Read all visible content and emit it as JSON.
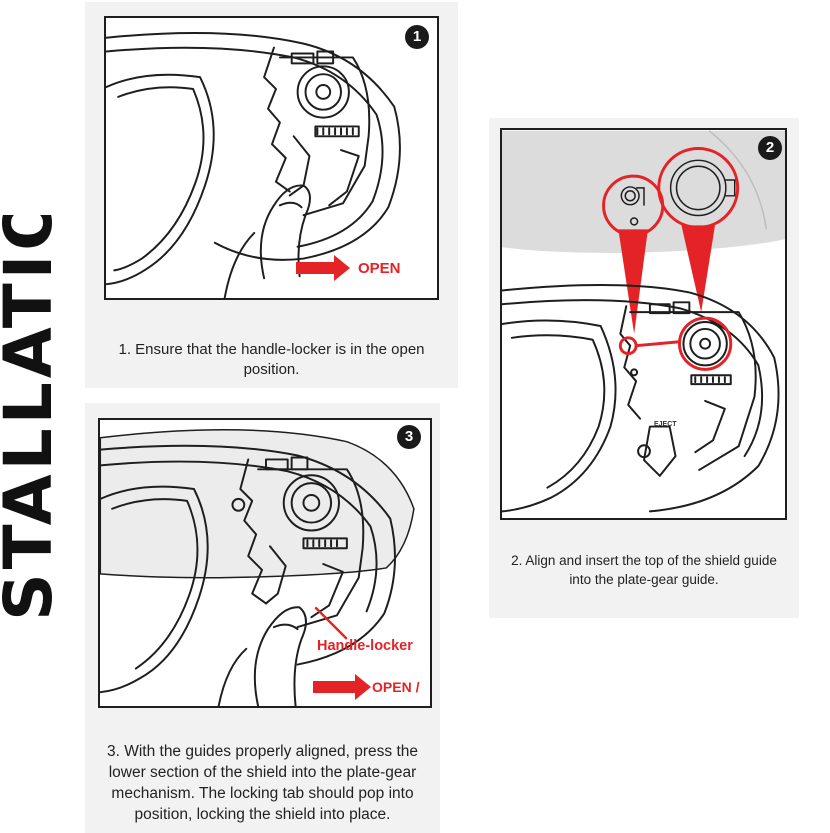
{
  "page": {
    "title": "INSTALLATION"
  },
  "steps": [
    {
      "number": "1",
      "caption": "1. Ensure that the handle-locker is in the open position.",
      "arrow_label": "OPEN"
    },
    {
      "number": "2",
      "caption": "2. Align and insert the top of the shield guide into the plate-gear guide.",
      "part_label": "EJECT"
    },
    {
      "number": "3",
      "caption": "3. With the guides properly aligned, press the lower section of the shield into the plate-gear mechanism. The locking tab should pop into position, locking the shield into place.",
      "callout_label": "Handle-locker",
      "arrow_label": "OPEN /"
    }
  ],
  "colors": {
    "accent": "#e42326",
    "line": "#1e1e1e",
    "card_background": "#f2f2f2",
    "shield_tint": "#dcdcdc"
  }
}
